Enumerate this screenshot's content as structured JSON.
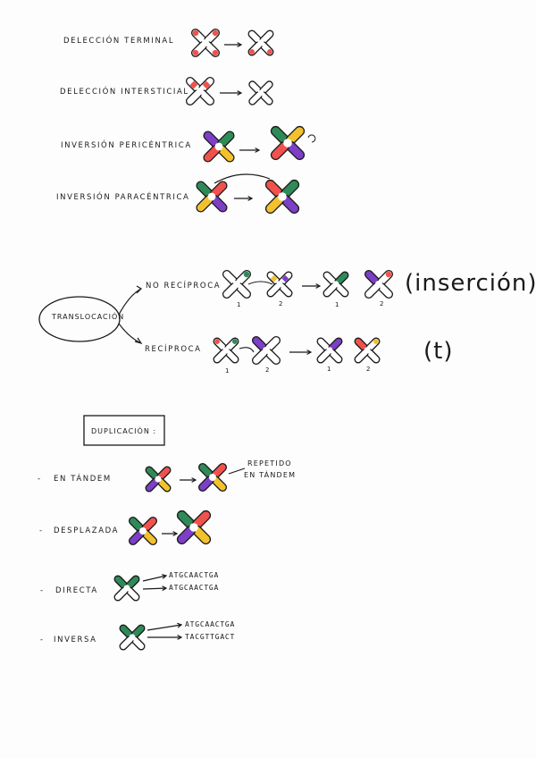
{
  "deletions": {
    "terminal": "Delección terminal",
    "intersticial": "Delección intersticial"
  },
  "inversions": {
    "pericentrica": "Inversión pericéntrica",
    "paracentrica": "Inversión paracéntrica"
  },
  "translocation": {
    "title": "Translocación",
    "non_reciprocal": "No recíproca",
    "reciprocal": "Recíproca",
    "insertion_note": "(inserción)",
    "t_note": "(t)",
    "numbers": [
      "1",
      "2",
      "1",
      "2",
      "1",
      "2",
      "1",
      "2"
    ]
  },
  "duplication": {
    "title": "Duplicación :",
    "items": [
      {
        "bullet": "-",
        "label": "En tándem"
      },
      {
        "bullet": "-",
        "label": "Desplazada"
      },
      {
        "bullet": "-",
        "label": "Directa"
      },
      {
        "bullet": "-",
        "label": "Inversa"
      }
    ],
    "tandem_note_line1": "repetido",
    "tandem_note_line2": "en tándem",
    "directa_seq1": "ATGCAACTGA",
    "directa_seq2": "ATGCAACTGA",
    "inversa_seq1": "ATGCAACTGA",
    "inversa_seq2": "TACGTTGACT"
  },
  "colors": {
    "red": "#f0524d",
    "green": "#2e8b57",
    "yellow": "#f2c12e",
    "purple": "#7c3fc6",
    "ink": "#1a1a1a"
  }
}
